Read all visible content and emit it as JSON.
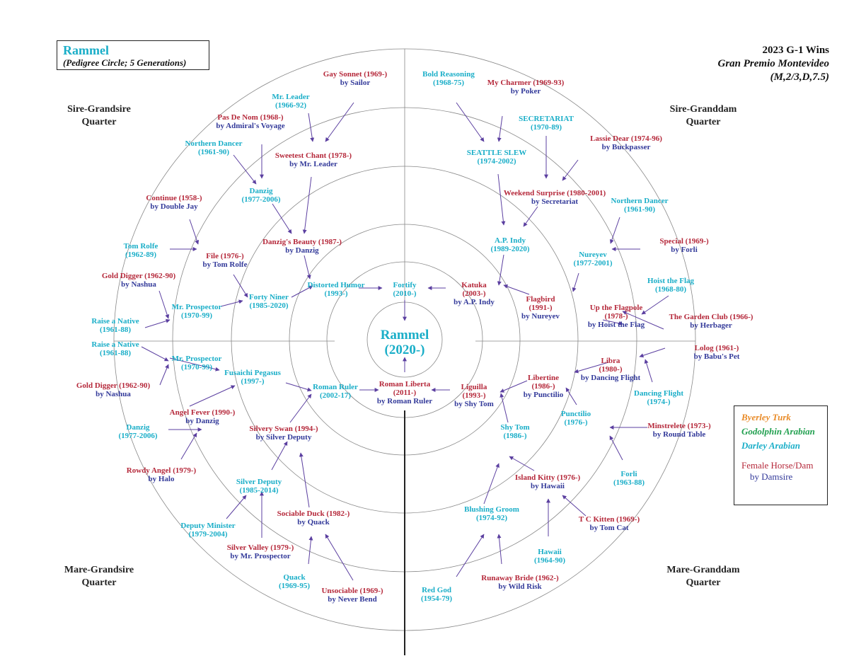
{
  "title": {
    "name": "Rammel",
    "subtitle": "(Pedigree Circle; 5 Generations)"
  },
  "race": {
    "line1": "2023 G-1 Wins",
    "line2": "Gran Premio Montevideo",
    "line3": "(M,2/3,D,7.5)"
  },
  "quarters": {
    "sire_grandsire": [
      "Sire-Grandsire",
      "Quarter"
    ],
    "sire_granddam": [
      "Sire-Granddam",
      "Quarter"
    ],
    "mare_grandsire": [
      "Mare-Grandsire",
      "Quarter"
    ],
    "mare_granddam": [
      "Mare-Granddam",
      "Quarter"
    ]
  },
  "legend": {
    "byerley": "Byerley Turk",
    "godolphin": "Godolphin Arabian",
    "darley": "Darley Arabian",
    "female": "Female Horse/Dam",
    "damsire": "by Damsire"
  },
  "colors": {
    "male": "#1aaec8",
    "female": "#b5283a",
    "damsire": "#333a9a",
    "arrow": "#5b3fa0",
    "line": "#888888"
  },
  "subject": {
    "name": "Rammel",
    "years": "(2020-)"
  },
  "horses": [
    {
      "name": "Fortify",
      "years": "(2010-)",
      "sex": "m"
    },
    {
      "name": "Roman Liberta",
      "years": "(2011-)",
      "by": "by Roman Ruler",
      "sex": "f"
    },
    {
      "name": "Distorted Humor",
      "years": "(1993-)",
      "sex": "m"
    },
    {
      "name": "Katuka",
      "years": "(2003-)",
      "by": "by A.P. Indy",
      "sex": "f"
    },
    {
      "name": "Roman Ruler",
      "years": "(2002-17)",
      "sex": "m"
    },
    {
      "name": "Liguilla",
      "years": "(1993-)",
      "by": "by Shy Tom",
      "sex": "f"
    },
    {
      "name": "Forty Niner",
      "years": "(1985-2020)",
      "sex": "m"
    },
    {
      "name": "Danzig's Beauty (1987-)",
      "by": "by Danzig",
      "sex": "f"
    },
    {
      "name": "A.P. Indy",
      "years": "(1989-2020)",
      "sex": "m"
    },
    {
      "name": "Flagbird",
      "years": "(1991-)",
      "by": "by Nureyev",
      "sex": "f"
    },
    {
      "name": "Fusaichi Pegasus",
      "years": "(1997-)",
      "sex": "m"
    },
    {
      "name": "Silvery Swan (1994-)",
      "by": "by Silver Deputy",
      "sex": "f"
    },
    {
      "name": "Shy Tom",
      "years": "(1986-)",
      "sex": "m"
    },
    {
      "name": "Libertine",
      "years": "(1986-)",
      "by": "by Punctilio",
      "sex": "f"
    },
    {
      "name": "Mr. Prospector",
      "years": "(1970-99)",
      "sex": "m"
    },
    {
      "name": "File (1976-)",
      "by": "by Tom Rolfe",
      "sex": "f"
    },
    {
      "name": "Danzig",
      "years": "(1977-2006)",
      "sex": "m"
    },
    {
      "name": "Sweetest Chant (1978-)",
      "by": "by Mr. Leader",
      "sex": "f"
    },
    {
      "name": "SEATTLE SLEW",
      "years": "(1974-2002)",
      "sex": "m"
    },
    {
      "name": "Weekend Surprise (1980-2001)",
      "by": "by Secretariat",
      "sex": "f"
    },
    {
      "name": "Nureyev",
      "years": "(1977-2001)",
      "sex": "m"
    },
    {
      "name": "Up the Flagpole",
      "years": "(1978-)",
      "by": "by Hoist the Flag",
      "sex": "f"
    },
    {
      "name": "Mr. Prospector",
      "years": "(1970-99)",
      "sex": "m"
    },
    {
      "name": "Angel Fever (1990-)",
      "by": "by Danzig",
      "sex": "f"
    },
    {
      "name": "Silver Deputy",
      "years": "(1985-2014)",
      "sex": "m"
    },
    {
      "name": "Sociable Duck (1982-)",
      "by": "by Quack",
      "sex": "f"
    },
    {
      "name": "Blushing Groom",
      "years": "(1974-92)",
      "sex": "m"
    },
    {
      "name": "Island Kitty (1976-)",
      "by": "by Hawaii",
      "sex": "f"
    },
    {
      "name": "Punctilio",
      "years": "(1976-)",
      "sex": "m"
    },
    {
      "name": "Libra",
      "years": "(1980-)",
      "by": "by Dancing Flight",
      "sex": "f"
    },
    {
      "name": "Raise a Native",
      "years": "(1961-88)",
      "sex": "m"
    },
    {
      "name": "Gold Digger (1962-90)",
      "by": "by Nashua",
      "sex": "f"
    },
    {
      "name": "Tom Rolfe",
      "years": "(1962-89)",
      "sex": "m"
    },
    {
      "name": "Continue (1958-)",
      "by": "by Double Jay",
      "sex": "f"
    },
    {
      "name": "Northern Dancer",
      "years": "(1961-90)",
      "sex": "m"
    },
    {
      "name": "Pas De Nom (1968-)",
      "by": "by Admiral's Voyage",
      "sex": "f"
    },
    {
      "name": "Mr. Leader",
      "years": "(1966-92)",
      "sex": "m"
    },
    {
      "name": "Gay Sonnet (1969-)",
      "by": "by Sailor",
      "sex": "f"
    },
    {
      "name": "Bold Reasoning",
      "years": "(1968-75)",
      "sex": "m"
    },
    {
      "name": "My Charmer (1969-93)",
      "by": "by Poker",
      "sex": "f"
    },
    {
      "name": "SECRETARIAT",
      "years": "(1970-89)",
      "sex": "m"
    },
    {
      "name": "Lassie Dear (1974-96)",
      "by": "by Buckpasser",
      "sex": "f"
    },
    {
      "name": "Northern Dancer",
      "years": "(1961-90)",
      "sex": "m"
    },
    {
      "name": "Special (1969-)",
      "by": "by Forli",
      "sex": "f"
    },
    {
      "name": "Hoist the Flag",
      "years": "(1968-80)",
      "sex": "m"
    },
    {
      "name": "The Garden Club (1966-)",
      "by": "by Herbager",
      "sex": "f"
    },
    {
      "name": "Raise a Native",
      "years": "(1961-88)",
      "sex": "m"
    },
    {
      "name": "Gold Digger (1962-90)",
      "by": "by Nashua",
      "sex": "f"
    },
    {
      "name": "Danzig",
      "years": "(1977-2006)",
      "sex": "m"
    },
    {
      "name": "Rowdy Angel (1979-)",
      "by": "by Halo",
      "sex": "f"
    },
    {
      "name": "Deputy Minister",
      "years": "(1979-2004)",
      "sex": "m"
    },
    {
      "name": "Silver Valley (1979-)",
      "by": "by Mr. Prospector",
      "sex": "f"
    },
    {
      "name": "Quack",
      "years": "(1969-95)",
      "sex": "m"
    },
    {
      "name": "Unsociable (1969-)",
      "by": "by Never Bend",
      "sex": "f"
    },
    {
      "name": "Red God",
      "years": "(1954-79)",
      "sex": "m"
    },
    {
      "name": "Runaway Bride (1962-)",
      "by": "by Wild Risk",
      "sex": "f"
    },
    {
      "name": "Hawaii",
      "years": "(1964-90)",
      "sex": "m"
    },
    {
      "name": "T C Kitten (1969-)",
      "by": "by Tom Cat",
      "sex": "f"
    },
    {
      "name": "Forli",
      "years": "(1963-88)",
      "sex": "m"
    },
    {
      "name": "Minstrelete (1973-)",
      "by": "by Round Table",
      "sex": "f"
    },
    {
      "name": "Dancing Flight",
      "years": "(1974-)",
      "sex": "m"
    },
    {
      "name": "Lolog (1961-)",
      "by": "by Babu's Pet",
      "sex": "f"
    }
  ]
}
